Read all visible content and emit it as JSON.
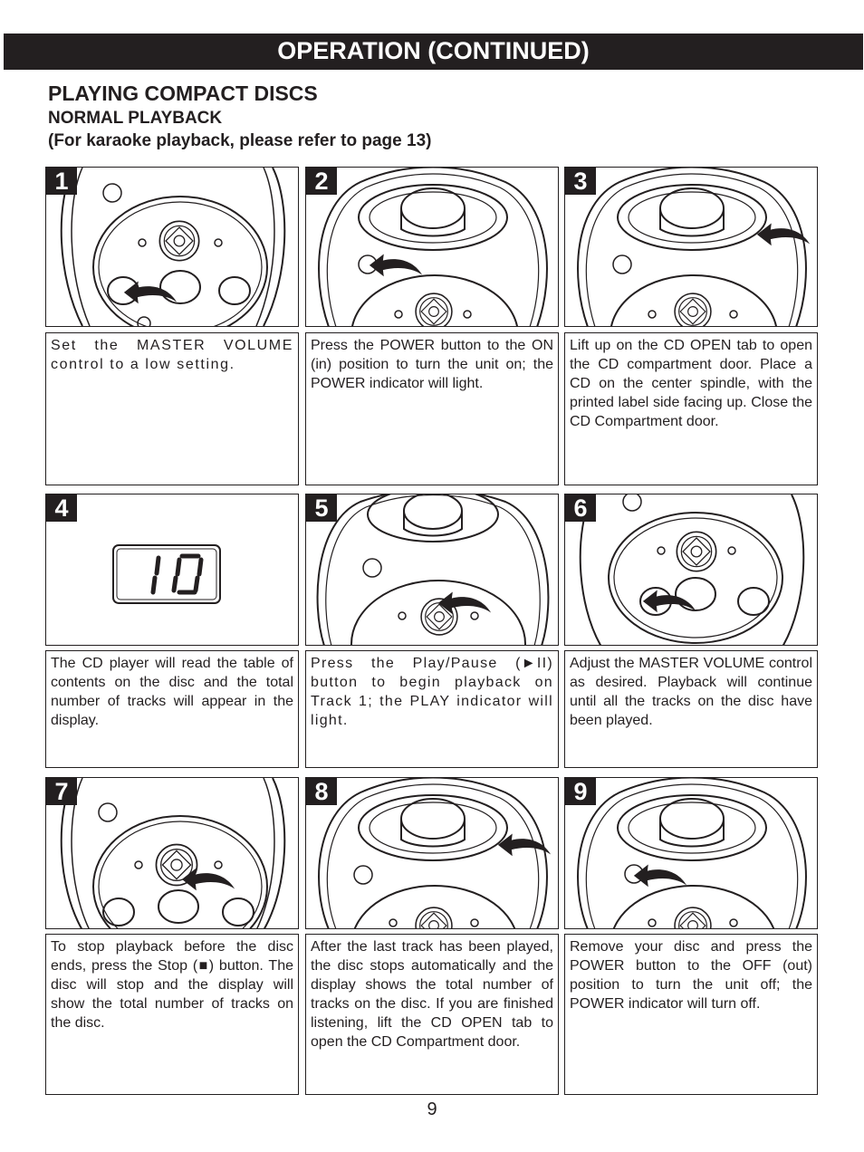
{
  "header": {
    "banner": "OPERATION (CONTINUED)",
    "section_title": "PLAYING COMPACT DISCS",
    "subtitle": "NORMAL PLAYBACK",
    "note": "(For karaoke playback, please refer to page 13)"
  },
  "steps": [
    {
      "number": "1",
      "text": "Set the MASTER VOLUME control to a low setting."
    },
    {
      "number": "2",
      "text": "Press the POWER button to the ON (in) position to turn the unit on; the POWER indicator will light."
    },
    {
      "number": "3",
      "text": "Lift up on the CD OPEN tab to open the CD compartment door. Place a CD on the center spindle, with the printed label side facing up. Close the CD Compartment door."
    },
    {
      "number": "4",
      "text": "The CD player will read the table of contents on the disc and the total number of tracks will appear in the display.",
      "display": "10"
    },
    {
      "number": "5",
      "text": "Press the Play/Pause (►II) button to begin playback on Track 1; the PLAY indicator will light."
    },
    {
      "number": "6",
      "text": "Adjust the MASTER VOLUME control as desired. Playback will continue until all the tracks on the disc have been played."
    },
    {
      "number": "7",
      "text": "To stop playback before the disc ends, press the Stop (■) button. The disc will stop and the display will show the total number of tracks on the disc."
    },
    {
      "number": "8",
      "text": "After the last track has been played, the disc stops automatically and the display shows the total number of tracks on the disc. If you are finished listening, lift the CD OPEN tab to open the CD Compartment door."
    },
    {
      "number": "9",
      "text": "Remove your disc and press the POWER button to the OFF (out) position to turn the unit off; the POWER indicator will turn off."
    }
  ],
  "page_number": "9",
  "icons": [
    "curved-arrow-icon",
    "control-panel-illustration",
    "lcd-display-illustration"
  ]
}
